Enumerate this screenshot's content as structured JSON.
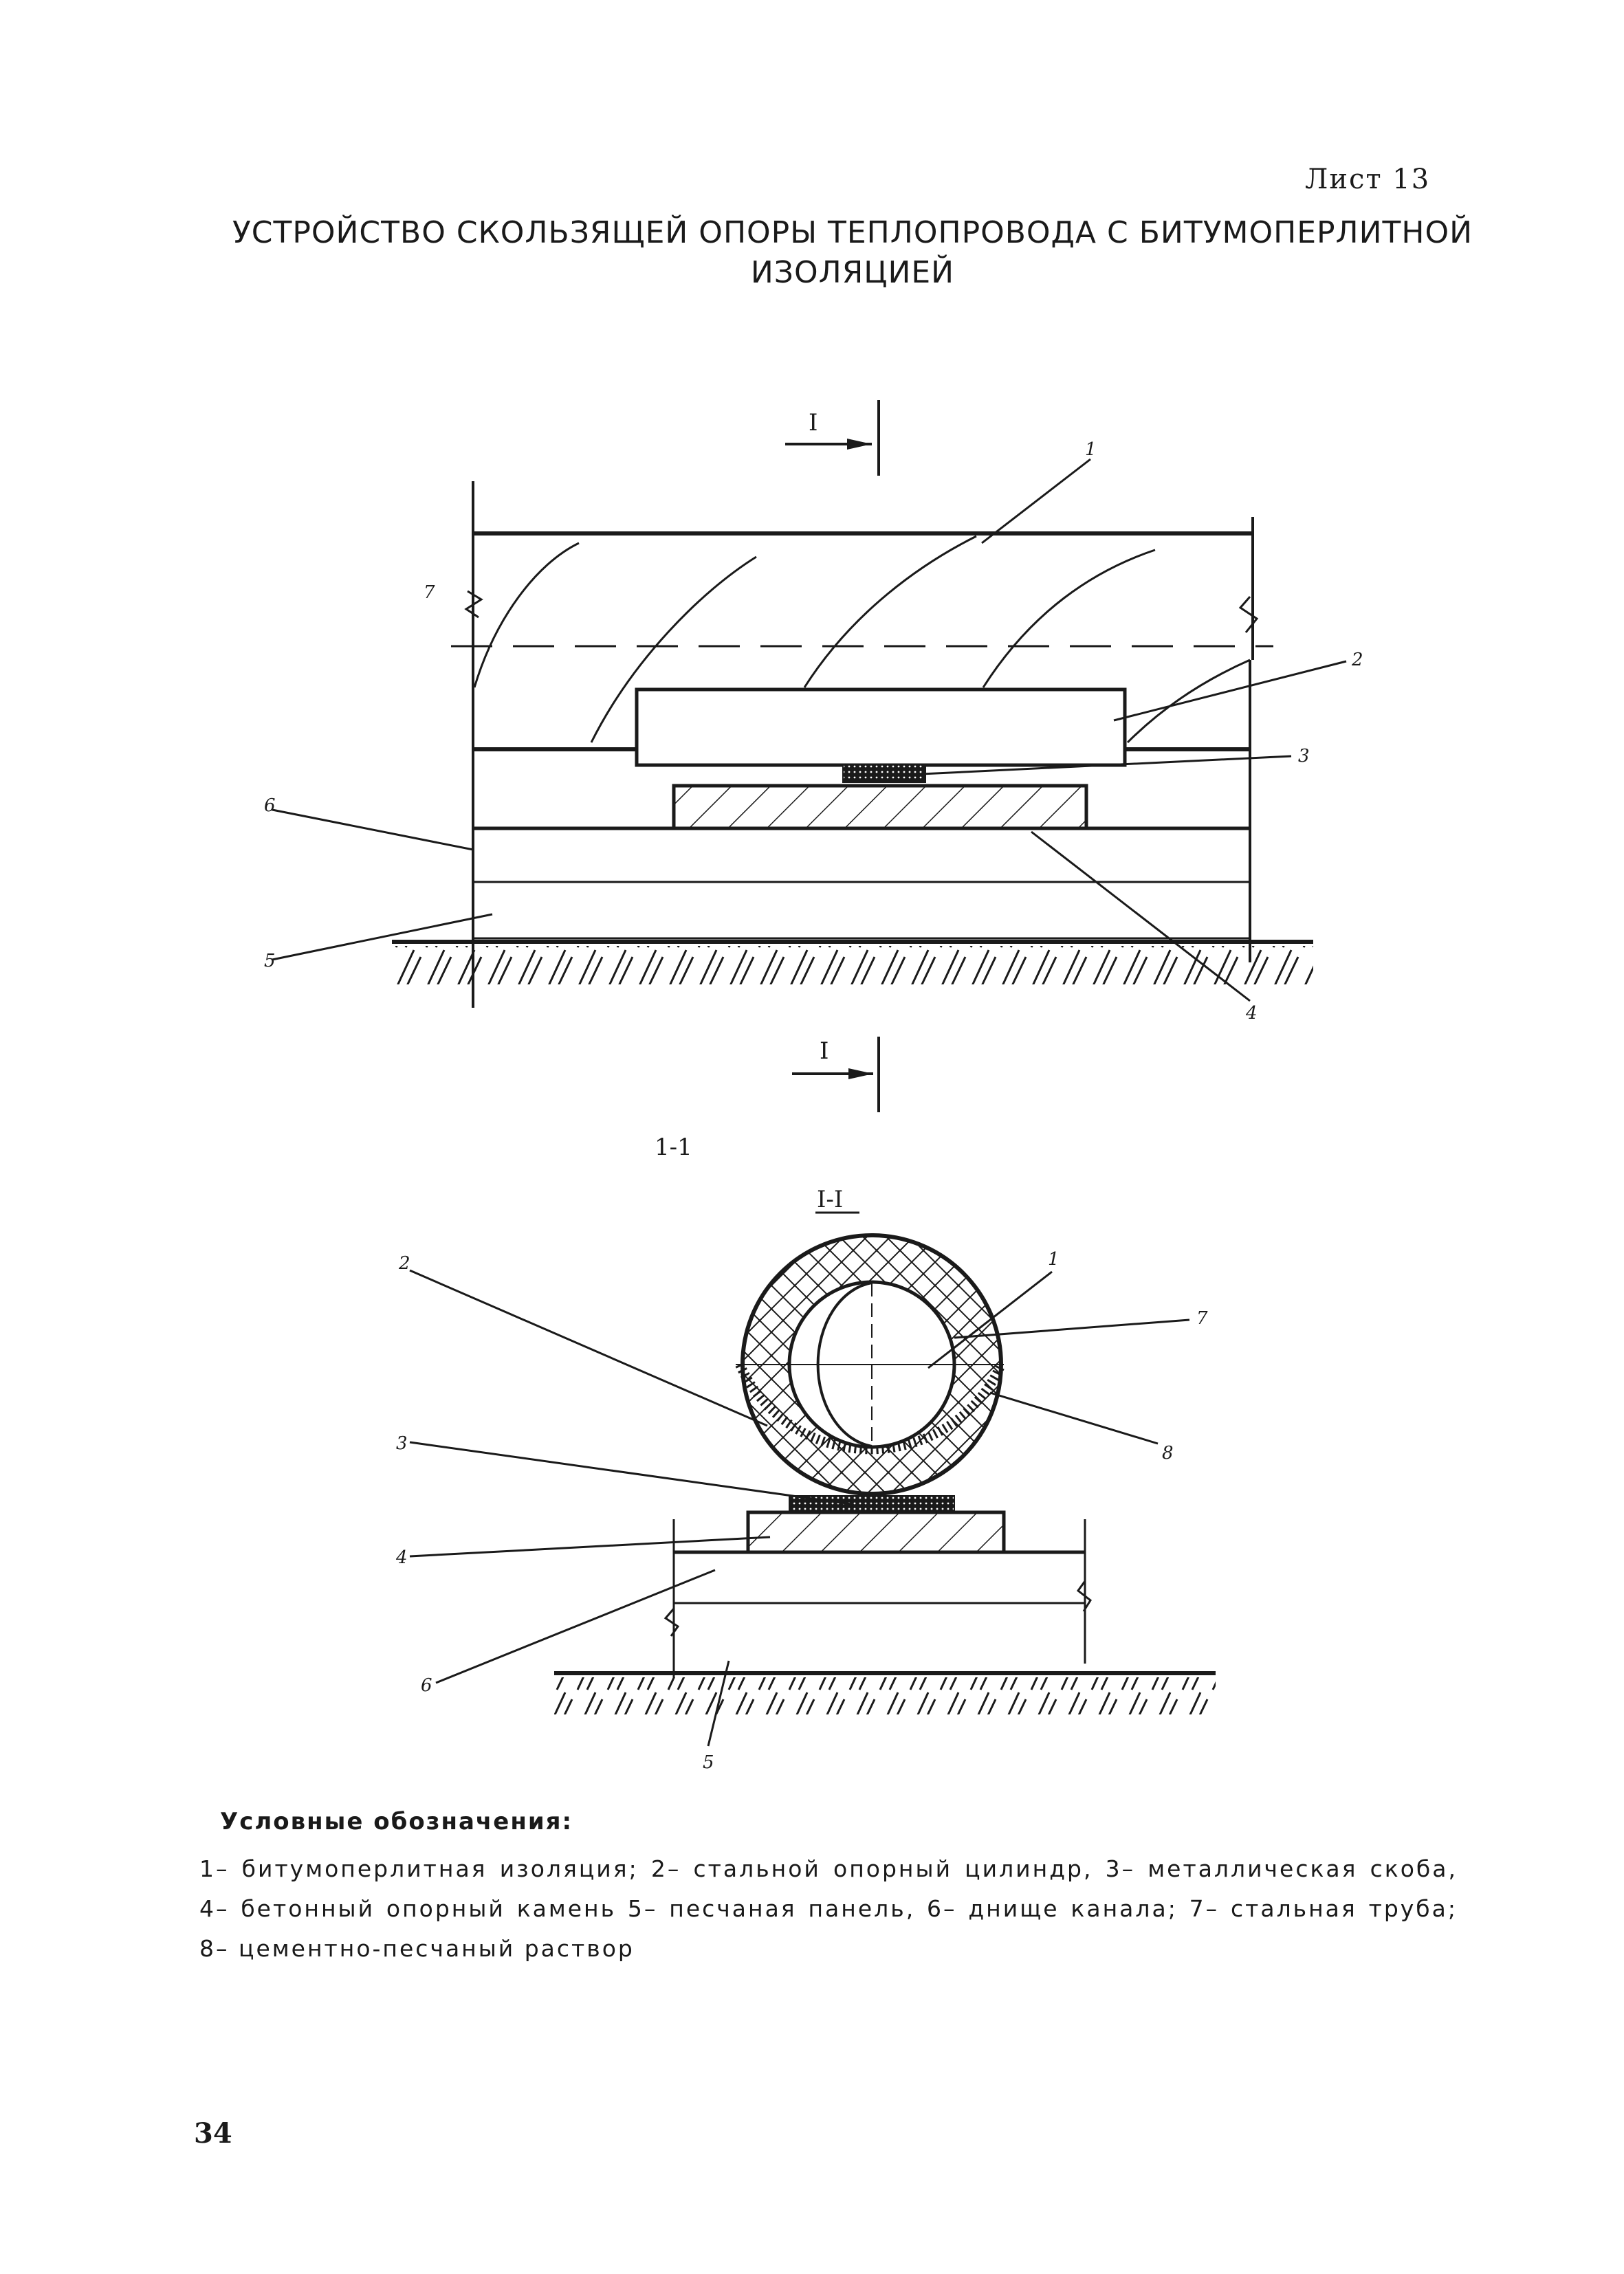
{
  "sheet_label": "Лист 13",
  "title": "УСТРОЙСТВО СКОЛЬЗЯЩЕЙ ОПОРЫ ТЕПЛОПРОВОДА С БИТУМОПЕРЛИТНОЙ ИЗОЛЯЦИЕЙ",
  "drawing": {
    "section_mark_top": "I",
    "section_mark_bottom": "I",
    "section_caption_plain": "1-1",
    "section_caption_underlined": "I-I",
    "side_view_labels": [
      "1",
      "2",
      "3",
      "4",
      "5",
      "6",
      "7"
    ],
    "cross_section_labels": [
      "1",
      "2",
      "3",
      "4",
      "5",
      "6",
      "7",
      "8"
    ]
  },
  "legend": {
    "title": "Условные обозначения:",
    "body": "1– битумоперлитная изоляция; 2– стальной опорный цилиндр, 3– металлическая скоба, 4– бетонный опорный камень 5– песчаная панель, 6– днище канала; 7– стальная труба; 8– цементно-песчаный раствор"
  },
  "page_number": "34",
  "colors": {
    "ink": "#1a1a1a",
    "paper": "#ffffff"
  }
}
